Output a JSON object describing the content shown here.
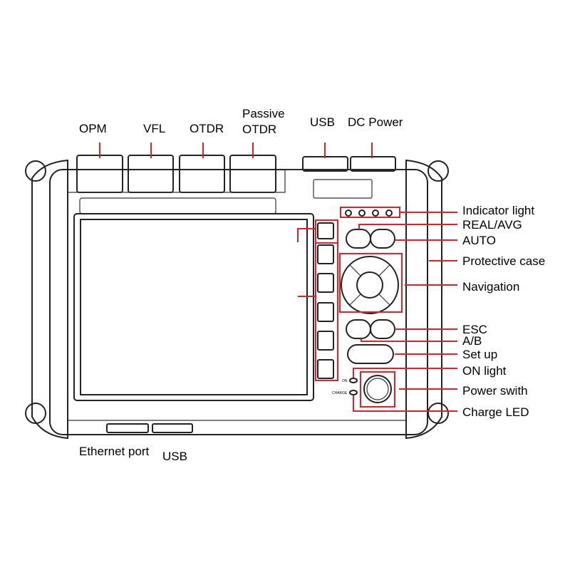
{
  "title": "OTDR device layout",
  "accent_color": "#e0202a",
  "top_labels": {
    "opm": "OPM",
    "vfl": "VFL",
    "otdr": "OTDR",
    "passive_otdr_line1": "Passive",
    "passive_otdr_line2": "OTDR",
    "usb": "USB",
    "dc_power": "DC Power"
  },
  "right_labels": {
    "indicator_light": "Indicator light",
    "real_avg": "REAL/AVG",
    "auto": "AUTO",
    "protective_case": "Protective case",
    "navigation": "Navigation",
    "esc": "ESC",
    "ab": "A/B",
    "set_up": "Set up",
    "on_light": "ON light",
    "power_switch": "Power swith",
    "charge_led": "Charge LED"
  },
  "bottom_labels": {
    "ethernet_port": "Ethernet port",
    "usb": "USB"
  },
  "panel_marks": {
    "on": "ON",
    "charge": "CHARGE"
  }
}
